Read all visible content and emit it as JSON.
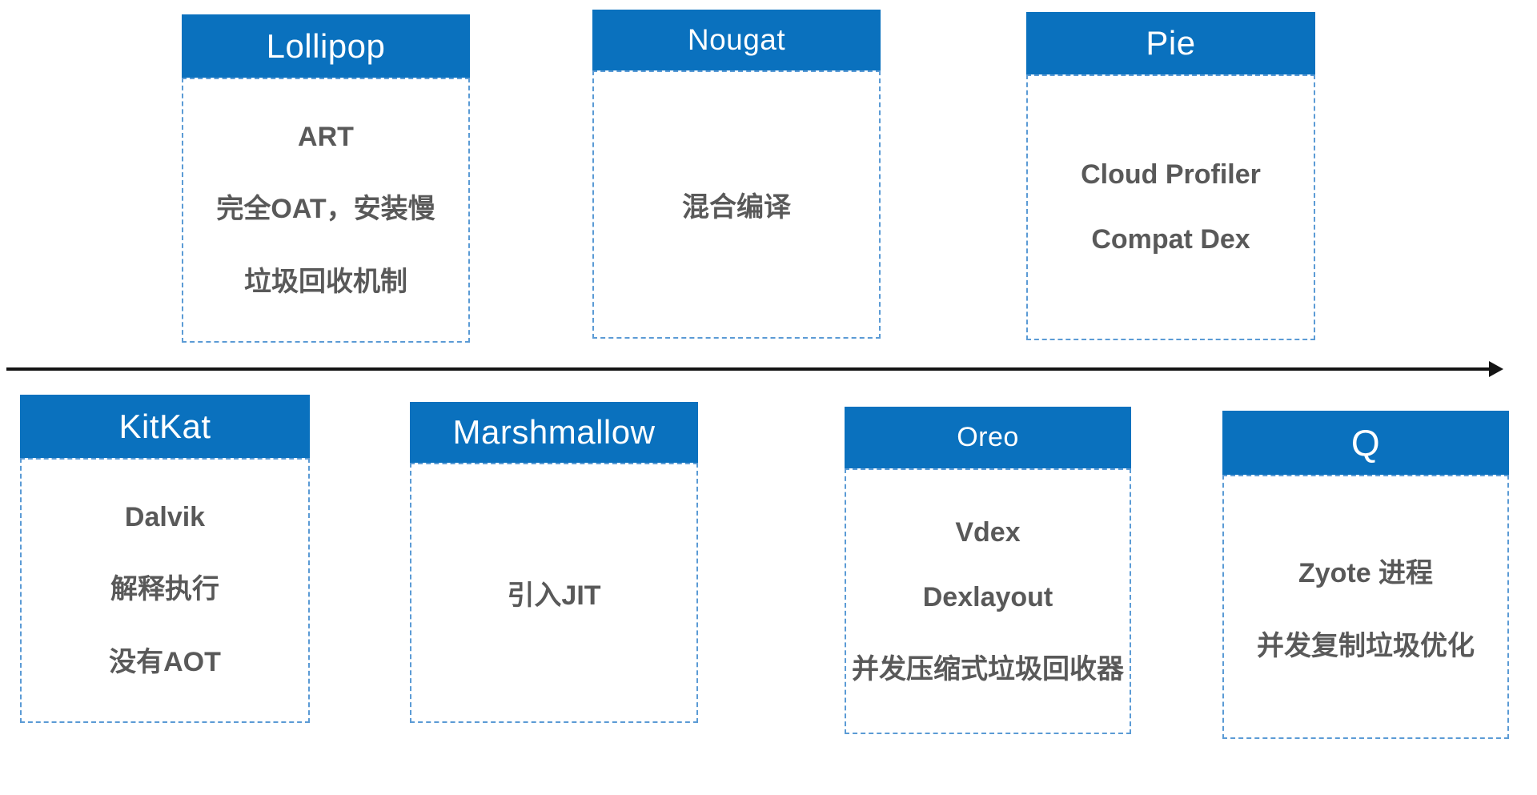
{
  "colors": {
    "header_bg": "#0A71BE",
    "header_text": "#FFFFFF",
    "body_text": "#595959",
    "dashed_border": "#5B9BD5",
    "arrow": "#141414"
  },
  "top_row": [
    {
      "title": "Lollipop",
      "features": [
        "ART",
        "完全OAT，安装慢",
        "垃圾回收机制"
      ]
    },
    {
      "title": "Nougat",
      "features": [
        "混合编译"
      ]
    },
    {
      "title": "Pie",
      "features": [
        "Cloud Profiler",
        "Compat Dex"
      ]
    }
  ],
  "bottom_row": [
    {
      "title": "KitKat",
      "features": [
        "Dalvik",
        "解释执行",
        "没有AOT"
      ]
    },
    {
      "title": "Marshmallow",
      "features": [
        "引入JIT"
      ]
    },
    {
      "title": "Oreo",
      "features": [
        "Vdex",
        "Dexlayout",
        "并发压缩式垃圾回收器"
      ]
    },
    {
      "title": "Q",
      "features": [
        "Zyote 进程",
        "并发复制垃圾优化"
      ]
    }
  ]
}
